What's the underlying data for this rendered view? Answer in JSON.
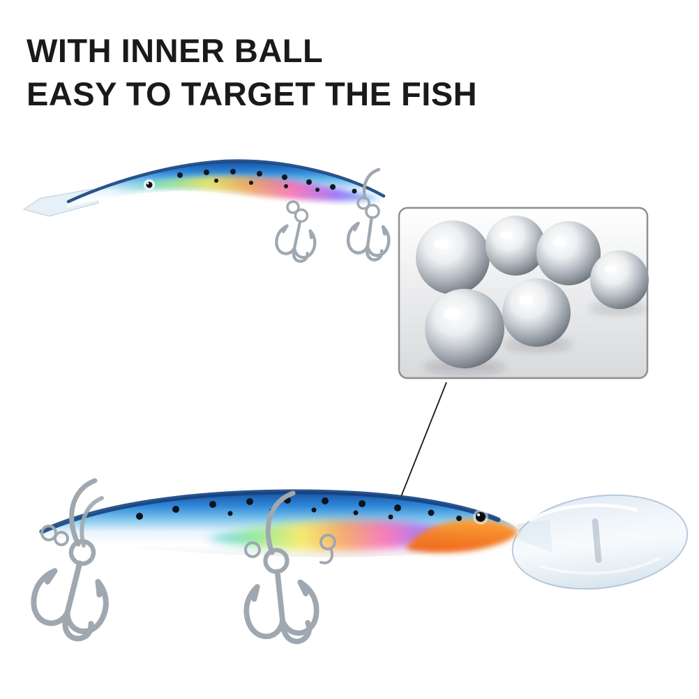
{
  "heading": {
    "line1": "WITH INNER BALL",
    "line2": "EASY TO TARGET THE FISH"
  },
  "scene": {
    "top_lure_label": "fishing-lure-small-top-view",
    "inset_label": "inner-steel-balls-closeup",
    "arrow_label": "callout-arrow-to-lure-body",
    "bottom_lure_label": "fishing-lure-large-bottom-view",
    "colors": {
      "background": "#ffffff",
      "heading_text": "#1a1a1a",
      "lure_blue": "#2e7fd2",
      "lure_dark_blue": "#16427f",
      "lure_orange": "#f2711c",
      "hook_silver": "#9fa8b0",
      "ball_chrome": "#c7ccd1",
      "inset_border": "#8f8f8f"
    }
  }
}
